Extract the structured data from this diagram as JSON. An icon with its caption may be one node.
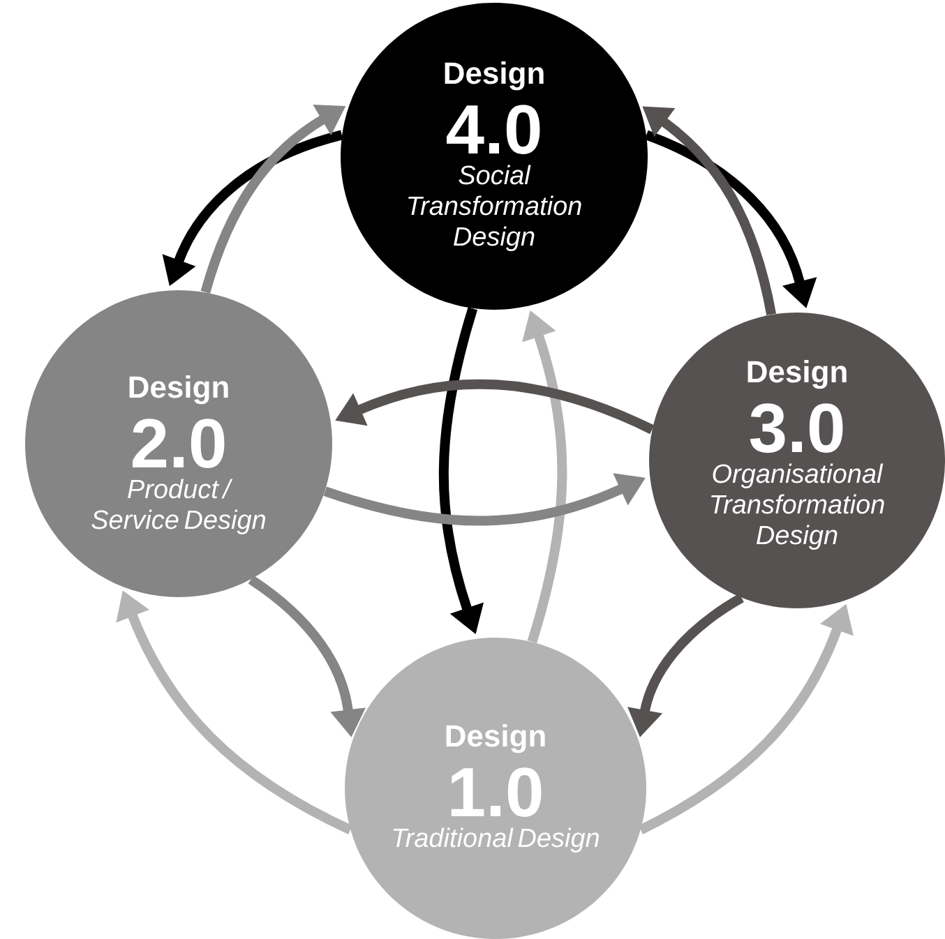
{
  "diagram": {
    "nodes": [
      {
        "text": [
          "Design",
          "4.0",
          "Social Transformation Design"
        ]
      },
      {
        "text": [
          "Design",
          "2.0",
          "Product / Service Design"
        ]
      },
      {
        "text": [
          "Design",
          "3.0",
          "Organisational Transformation Design"
        ]
      },
      {
        "text": [
          "Design",
          "1.0",
          "Traditional Design"
        ]
      }
    ],
    "edges": [
      {
        "from": 0,
        "to": 1,
        "arrow": "to",
        "color": "#000000"
      },
      {
        "from": 1,
        "to": 0,
        "arrow": "to",
        "color": "#858585"
      },
      {
        "from": 0,
        "to": 2,
        "arrow": "to",
        "color": "#000000"
      },
      {
        "from": 2,
        "to": 0,
        "arrow": "to",
        "color": "#575252"
      },
      {
        "from": 0,
        "to": 3,
        "arrow": "to",
        "color": "#000000"
      },
      {
        "from": 3,
        "to": 0,
        "arrow": "to",
        "color": "#b3b3b3"
      },
      {
        "from": 2,
        "to": 1,
        "arrow": "to",
        "color": "#575252"
      },
      {
        "from": 1,
        "to": 2,
        "arrow": "to",
        "color": "#858585"
      },
      {
        "from": 1,
        "to": 3,
        "arrow": "to",
        "color": "#858585"
      },
      {
        "from": 3,
        "to": 1,
        "arrow": "to",
        "color": "#b3b3b3"
      },
      {
        "from": 2,
        "to": 3,
        "arrow": "to",
        "color": "#575252"
      },
      {
        "from": 3,
        "to": 2,
        "arrow": "to",
        "color": "#b3b3b3"
      }
    ]
  }
}
